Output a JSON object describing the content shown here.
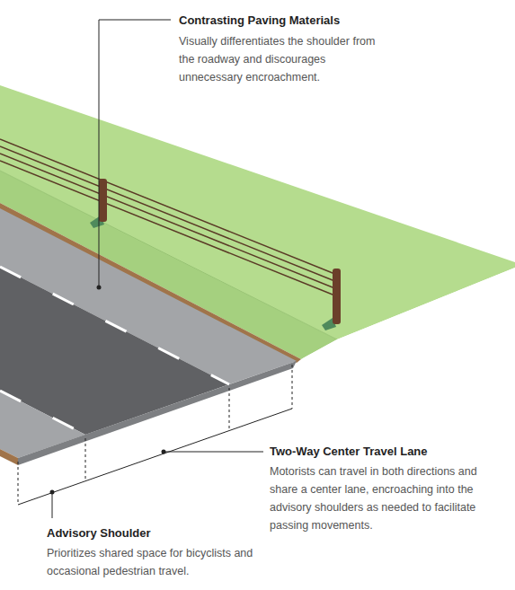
{
  "diagram": {
    "labels": [
      "Contrasting Paving Materials",
      "Visually differentiates the shoulder from the roadway and discourages unnecessary encroachment.",
      "Two-Way Center Travel Lane",
      "Motorists can travel in both directions and share a center lane, encroaching into the advisory shoulders as needed to facilitate passing movements.",
      "Advisory Shoulder",
      "Prioritizes shared space for bicyclists and occasional pedestrian travel."
    ]
  }
}
